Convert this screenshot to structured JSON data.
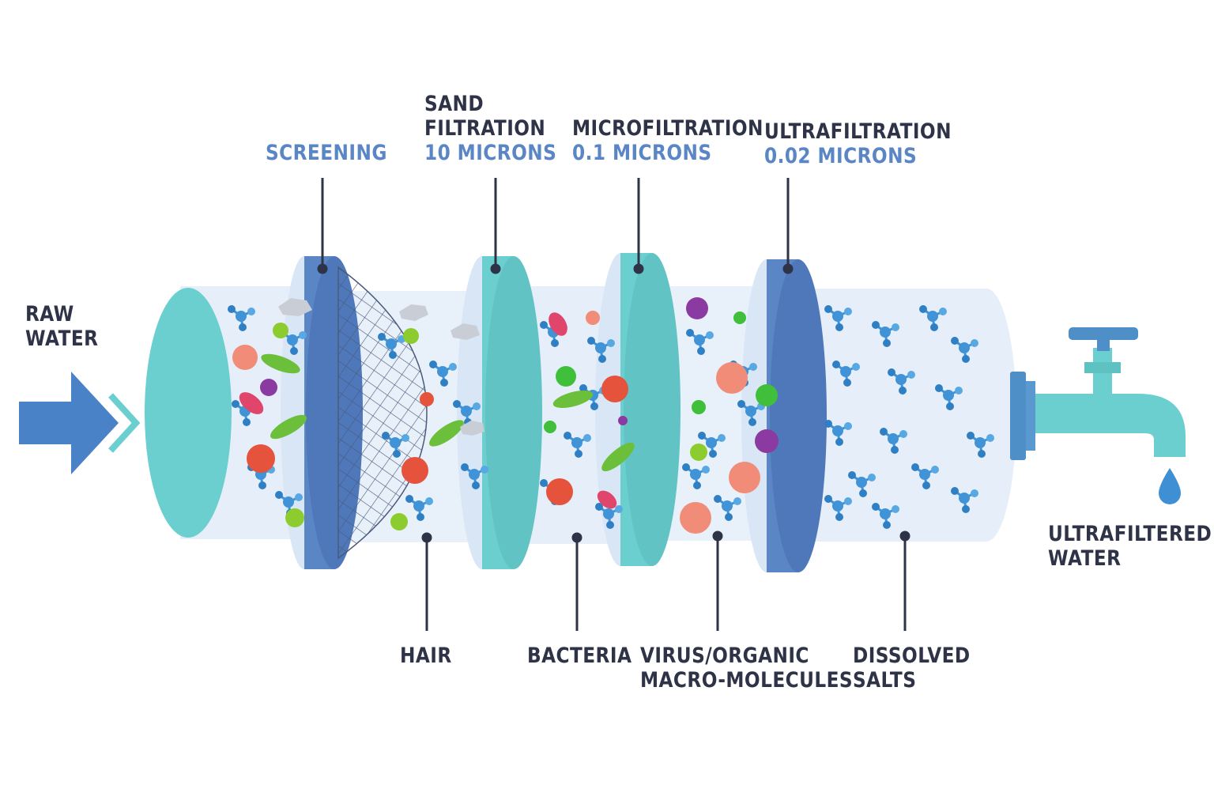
{
  "colors": {
    "dark_text": "#2e3347",
    "accent_text": "#5a86c6",
    "teal_disc": "#6ccfcf",
    "blue_disc": "#5a86c6",
    "pipe_body": "#e6eef9",
    "molecule": "#3f93d6",
    "bacteria_green": "#6cbf3a",
    "bacteria_red": "#e5533d",
    "virus_purple": "#8a3aa0",
    "virus_pink": "#f08c78"
  },
  "labels": {
    "raw_water": [
      "RAW",
      "WATER"
    ],
    "screening": "SCREENING",
    "sand": {
      "name": [
        "SAND",
        "FILTRATION"
      ],
      "size": "10 MICRONS"
    },
    "micro": {
      "name": "MICROFILTRATION",
      "size": "0.1 MICRONS"
    },
    "ultra": {
      "name": "ULTRAFILTRATION",
      "size": "0.02 MICRONS"
    },
    "output": [
      "ULTRAFILTERED",
      "WATER"
    ],
    "hair": "HAIR",
    "bacteria": "BACTERIA",
    "virus": [
      "VIRUS/ORGANIC",
      "MACRO-MOLECULES"
    ],
    "salts": [
      "DISSOLVED",
      "SALTS"
    ]
  },
  "icons": [
    "inlet-arrow-icon",
    "faucet-icon",
    "water-drop-icon",
    "mesh-screen-icon",
    "molecule-icon",
    "bacteria-icon",
    "virus-icon",
    "rock-icon"
  ]
}
